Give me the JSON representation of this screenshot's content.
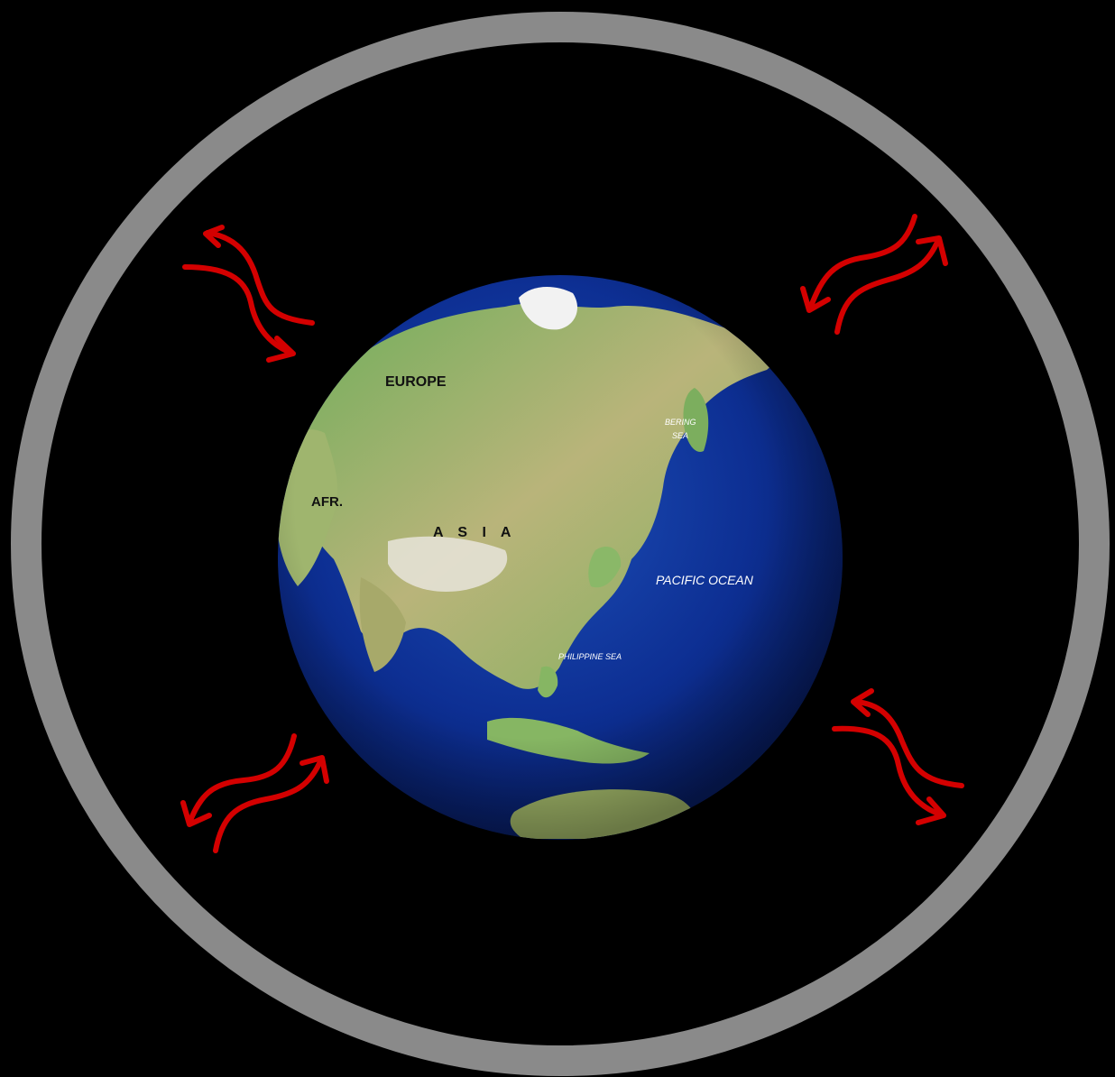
{
  "labels": {
    "europe": "EUROPE",
    "africa": "AFR.",
    "asia": "A S I A",
    "bering_line1": "BERING",
    "bering_line2": "SEA",
    "pacific": "PACIFIC OCEAN",
    "philippine": "PHILIPPINE SEA"
  },
  "colors": {
    "background": "#000000",
    "outer_ring": "#8a8a8a",
    "arrows": "#d40000",
    "ocean": "#0b2a86",
    "land": "#8fb86a"
  }
}
